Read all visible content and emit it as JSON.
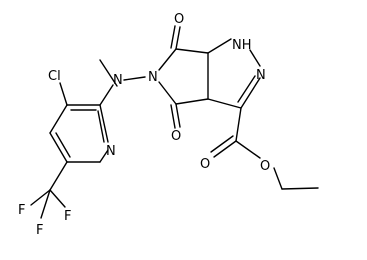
{
  "diagram": {
    "type": "chemical-structure",
    "atom_labels": {
      "cl": "Cl",
      "n_methyl": "N",
      "n_imide": "N",
      "nh": "NH",
      "n_pyrazole": "N",
      "n_pyridine": "N",
      "o_top": "O",
      "o_bottom": "O",
      "o_carbonyl": "O",
      "o_ester": "O",
      "f_left": "F",
      "f_bottom": "F",
      "f_right": "F"
    }
  }
}
